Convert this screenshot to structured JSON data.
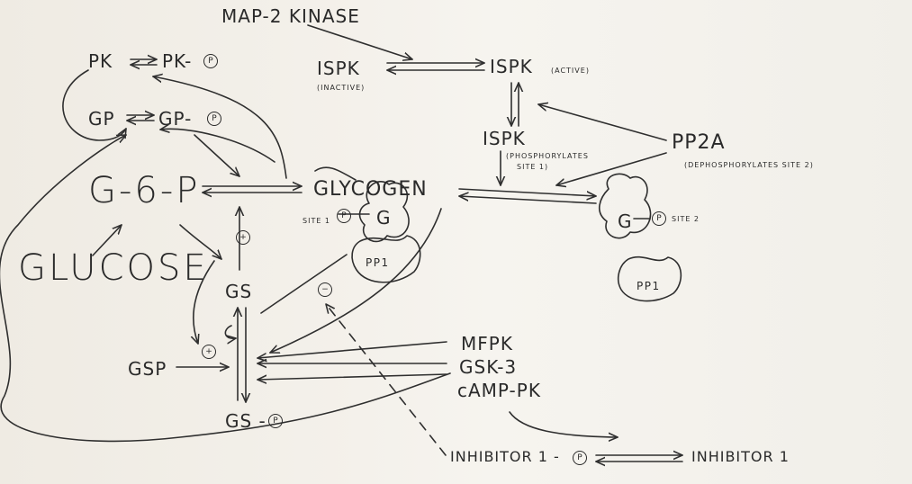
{
  "labels": {
    "map2_kinase": "MAP-2 KINASE",
    "pk": "PK",
    "pk_p": "PK-",
    "gp": "GP",
    "gp_p": "GP-",
    "ispk_inactive": "ISPK",
    "inactive_note": "(INACTIVE)",
    "ispk_active": "ISPK",
    "active_note": "(ACTIVE)",
    "ispk_mid": "ISPK",
    "phospho_note_1": "(PHOSPHORYLATES",
    "phospho_note_2": "SITE 1)",
    "pp2a": "PP2A",
    "pp2a_note": "(DEPHOSPHORYLATES SITE 2)",
    "g6p": "G-6-P",
    "glycogen": "GLYCOGEN",
    "glucose": "GLUCOSE",
    "site1": "SITE 1",
    "site2": "SITE 2",
    "g_left": "G",
    "g_right": "G",
    "pp1_left": "PP1",
    "pp1_right": "PP1",
    "gs": "GS",
    "gs_p": "GS -",
    "gsp": "GSP",
    "mfpk": "MFPK",
    "gsk3": "GSK-3",
    "camp_pk": "cAMP-PK",
    "inhibitor1_p": "INHIBITOR 1 -",
    "inhibitor1": "INHIBITOR 1"
  },
  "symbols": {
    "phosphate": "P",
    "plus": "+",
    "minus": "−"
  }
}
